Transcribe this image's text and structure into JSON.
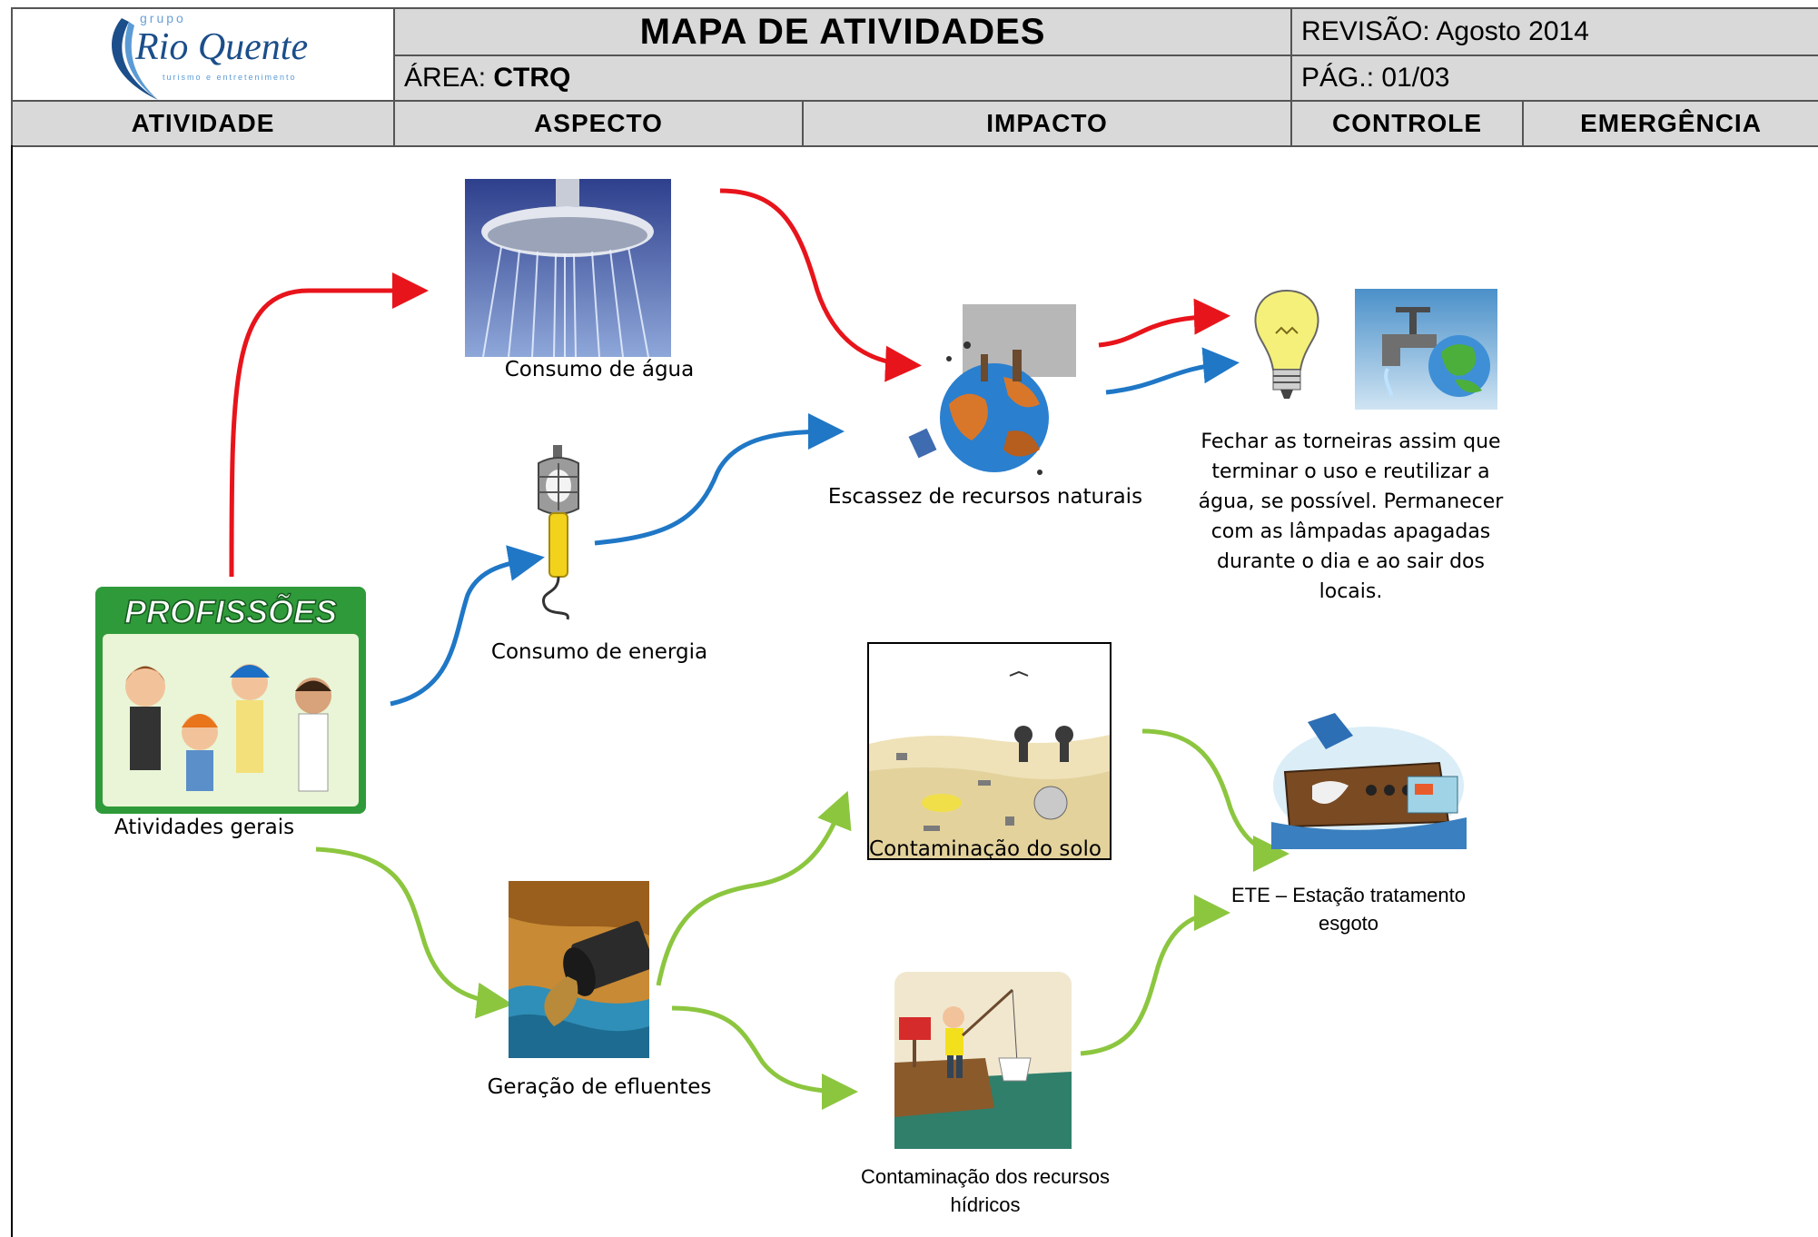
{
  "header": {
    "logo": {
      "grupo": "grupo",
      "name": "Rio Quente",
      "tagline": "turismo e entretenimento"
    },
    "title": "MAPA  DE ATIVIDADES",
    "revision": "REVISÃO: Agosto 2014",
    "area_label": "ÁREA:",
    "area_value": "CTRQ",
    "page": "PÁG.: 01/03"
  },
  "columns": [
    "ATIVIDADE",
    "ASPECTO",
    "IMPACTO",
    "CONTROLE",
    "EMERGÊNCIA"
  ],
  "activity": {
    "badge": "PROFISSÕES",
    "label": "Atividades gerais"
  },
  "aspects": {
    "water": "Consumo de água",
    "energy": "Consumo de energia",
    "effluents": "Geração de efluentes"
  },
  "impacts": {
    "scarcity": "Escassez de recursos naturais",
    "soil": "Contaminação do solo",
    "water_resources": "Contaminação dos recursos hídricos"
  },
  "controls": {
    "conservation": "Fechar as torneiras assim que terminar o uso e reutilizar a água, se possível. Permanecer com as lâmpadas apagadas durante o dia e ao sair dos locais.",
    "ete": "ETE – Estação tratamento esgoto"
  },
  "colors": {
    "red": "#e8141b",
    "blue": "#1f77c6",
    "green": "#8cc63f"
  },
  "icons": [
    "shower-icon",
    "work-lamp-icon",
    "effluent-pipe-icon",
    "polluted-earth-icon",
    "polluted-beach-icon",
    "polluted-river-icon",
    "light-bulb-icon",
    "faucet-earth-icon",
    "treatment-plant-icon",
    "professions-badge-icon"
  ]
}
